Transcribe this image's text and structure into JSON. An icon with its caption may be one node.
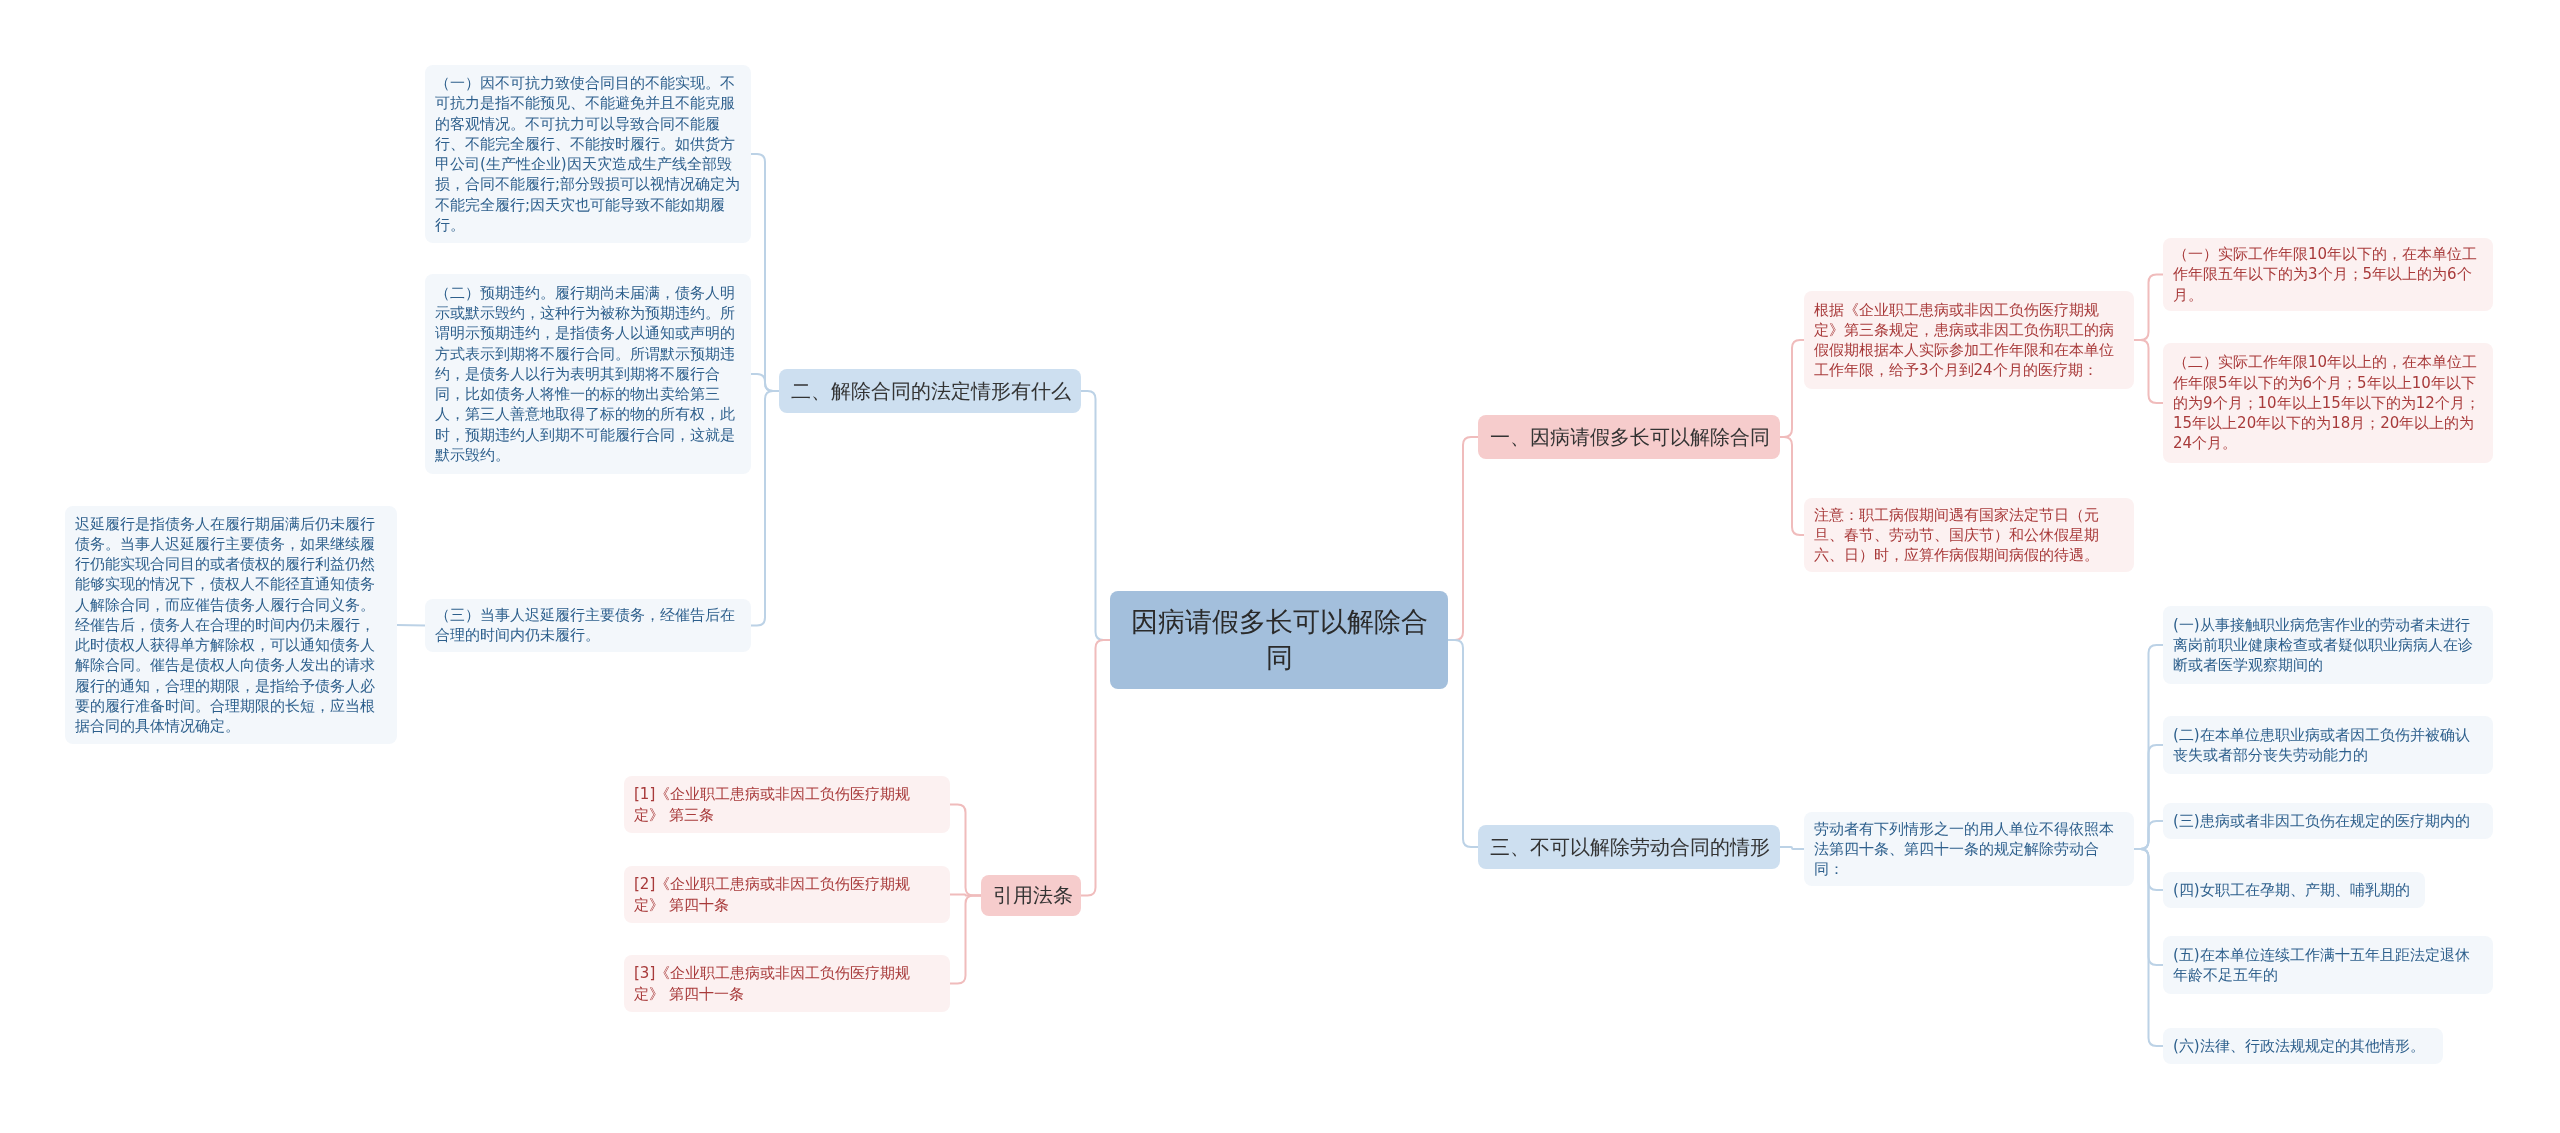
{
  "diagram": {
    "nodes": [
      {
        "text": [
          "因病请假多长可以解除合同"
        ]
      },
      {
        "text": [
          "一、因病请假多长可以解除合同"
        ]
      },
      {
        "text": [
          "根据《企业职工患病或非因工负伤医疗期规定》第三条规定，患病或非因工负伤职工的病假假期根据本人实际参加工作年限和在本单位工作年限，给予3个月到24个月的医疗期："
        ]
      },
      {
        "text": [
          "（一）实际工作年限10年以下的，在本单位工作年限五年以下的为3个月；5年以上的为6个月。"
        ]
      },
      {
        "text": [
          "（二）实际工作年限10年以上的，在本单位工作年限5年以下的为6个月；5年以上10年以下的为9个月；10年以上15年以下的为12个月；15年以上20年以下的为18月；20年以上的为24个月。"
        ]
      },
      {
        "text": [
          "注意：职工病假期间遇有国家法定节日（元旦、春节、劳动节、国庆节）和公休假星期六、日）时，应算作病假期间病假的待遇。"
        ]
      },
      {
        "text": [
          "二、解除合同的法定情形有什么"
        ]
      },
      {
        "text": [
          "（一）因不可抗力致使合同目的不能实现。不可抗力是指不能预见、不能避免并且不能克服的客观情况。不可抗力可以导致合同不能履行、不能完全履行、不能按时履行。如供货方甲公司(生产性企业)因天灾造成生产线全部毁损，合同不能履行;部分毁损可以视情况确定为不能完全履行;因天灾也可能导致不能如期履行。"
        ]
      },
      {
        "text": [
          "（二）预期违约。履行期尚未届满，债务人明示或默示毁约，这种行为被称为预期违约。所谓明示预期违约，是指债务人以通知或声明的方式表示到期将不履行合同。所谓默示预期违约，是债务人以行为表明其到期将不履行合同，比如债务人将惟一的标的物出卖给第三人，第三人善意地取得了标的物的所有权，此时，预期违约人到期不可能履行合同，这就是默示毁约。"
        ]
      },
      {
        "text": [
          "（三）当事人迟延履行主要债务，经催告后在合理的时间内仍未履行。"
        ]
      },
      {
        "text": [
          "迟延履行是指债务人在履行期届满后仍未履行债务。当事人迟延履行主要债务，如果继续履行仍能实现合同目的或者债权的履行利益仍然能够实现的情况下，债权人不能径直通知债务人解除合同，而应催告债务人履行合同义务。经催告后，债务人在合理的时间内仍未履行，此时债权人获得单方解除权，可以通知债务人解除合同。催告是债权人向债务人发出的请求履行的通知，合理的期限，是指给予债务人必要的履行准备时间。合理期限的长短，应当根据合同的具体情况确定。"
        ]
      },
      {
        "text": [
          "引用法条"
        ]
      },
      {
        "text": [
          "[1]《企业职工患病或非因工负伤医疗期规定》 第三条"
        ]
      },
      {
        "text": [
          "[2]《企业职工患病或非因工负伤医疗期规定》 第四十条"
        ]
      },
      {
        "text": [
          "[3]《企业职工患病或非因工负伤医疗期规定》 第四十一条"
        ]
      },
      {
        "text": [
          "三、不可以解除劳动合同的情形"
        ]
      },
      {
        "text": [
          "劳动者有下列情形之一的用人单位不得依照本法第四十条、第四十一条的规定解除劳动合同："
        ]
      },
      {
        "text": [
          "(一)从事接触职业病危害作业的劳动者未进行离岗前职业健康检查或者疑似职业病病人在诊断或者医学观察期间的"
        ]
      },
      {
        "text": [
          "(二)在本单位患职业病或者因工负伤并被确认丧失或者部分丧失劳动能力的"
        ]
      },
      {
        "text": [
          "(三)患病或者非因工负伤在规定的医疗期内的"
        ]
      },
      {
        "text": [
          "(四)女职工在孕期、产期、哺乳期的"
        ]
      },
      {
        "text": [
          "(五)在本单位连续工作满十五年且距法定退休年龄不足五年的"
        ]
      },
      {
        "text": [
          "(六)法律、行政法规规定的其他情形。"
        ]
      }
    ],
    "edges": [
      {
        "from": 0,
        "to": 1,
        "arrow": "none",
        "color": "#f0bcbc"
      },
      {
        "from": 1,
        "to": 2,
        "arrow": "none",
        "color": "#f0bcbc"
      },
      {
        "from": 2,
        "to": 3,
        "arrow": "none",
        "color": "#f0bcbc"
      },
      {
        "from": 2,
        "to": 4,
        "arrow": "none",
        "color": "#f0bcbc"
      },
      {
        "from": 1,
        "to": 5,
        "arrow": "none",
        "color": "#f0bcbc"
      },
      {
        "from": 0,
        "to": 6,
        "arrow": "none"
      },
      {
        "from": 6,
        "to": 7,
        "arrow": "none"
      },
      {
        "from": 6,
        "to": 8,
        "arrow": "none"
      },
      {
        "from": 6,
        "to": 9,
        "arrow": "none"
      },
      {
        "from": 9,
        "to": 10,
        "arrow": "none"
      },
      {
        "from": 0,
        "to": 11,
        "arrow": "none",
        "color": "#f0bcbc"
      },
      {
        "from": 11,
        "to": 12,
        "arrow": "none",
        "color": "#f0bcbc"
      },
      {
        "from": 11,
        "to": 13,
        "arrow": "none",
        "color": "#f0bcbc"
      },
      {
        "from": 11,
        "to": 14,
        "arrow": "none",
        "color": "#f0bcbc"
      },
      {
        "from": 0,
        "to": 15,
        "arrow": "none"
      },
      {
        "from": 15,
        "to": 16,
        "arrow": "none"
      },
      {
        "from": 16,
        "to": 17,
        "arrow": "none"
      },
      {
        "from": 16,
        "to": 18,
        "arrow": "none"
      },
      {
        "from": 16,
        "to": 19,
        "arrow": "none"
      },
      {
        "from": 16,
        "to": 20,
        "arrow": "none"
      },
      {
        "from": 16,
        "to": 21,
        "arrow": "none"
      },
      {
        "from": 16,
        "to": 22,
        "arrow": "none"
      }
    ]
  }
}
